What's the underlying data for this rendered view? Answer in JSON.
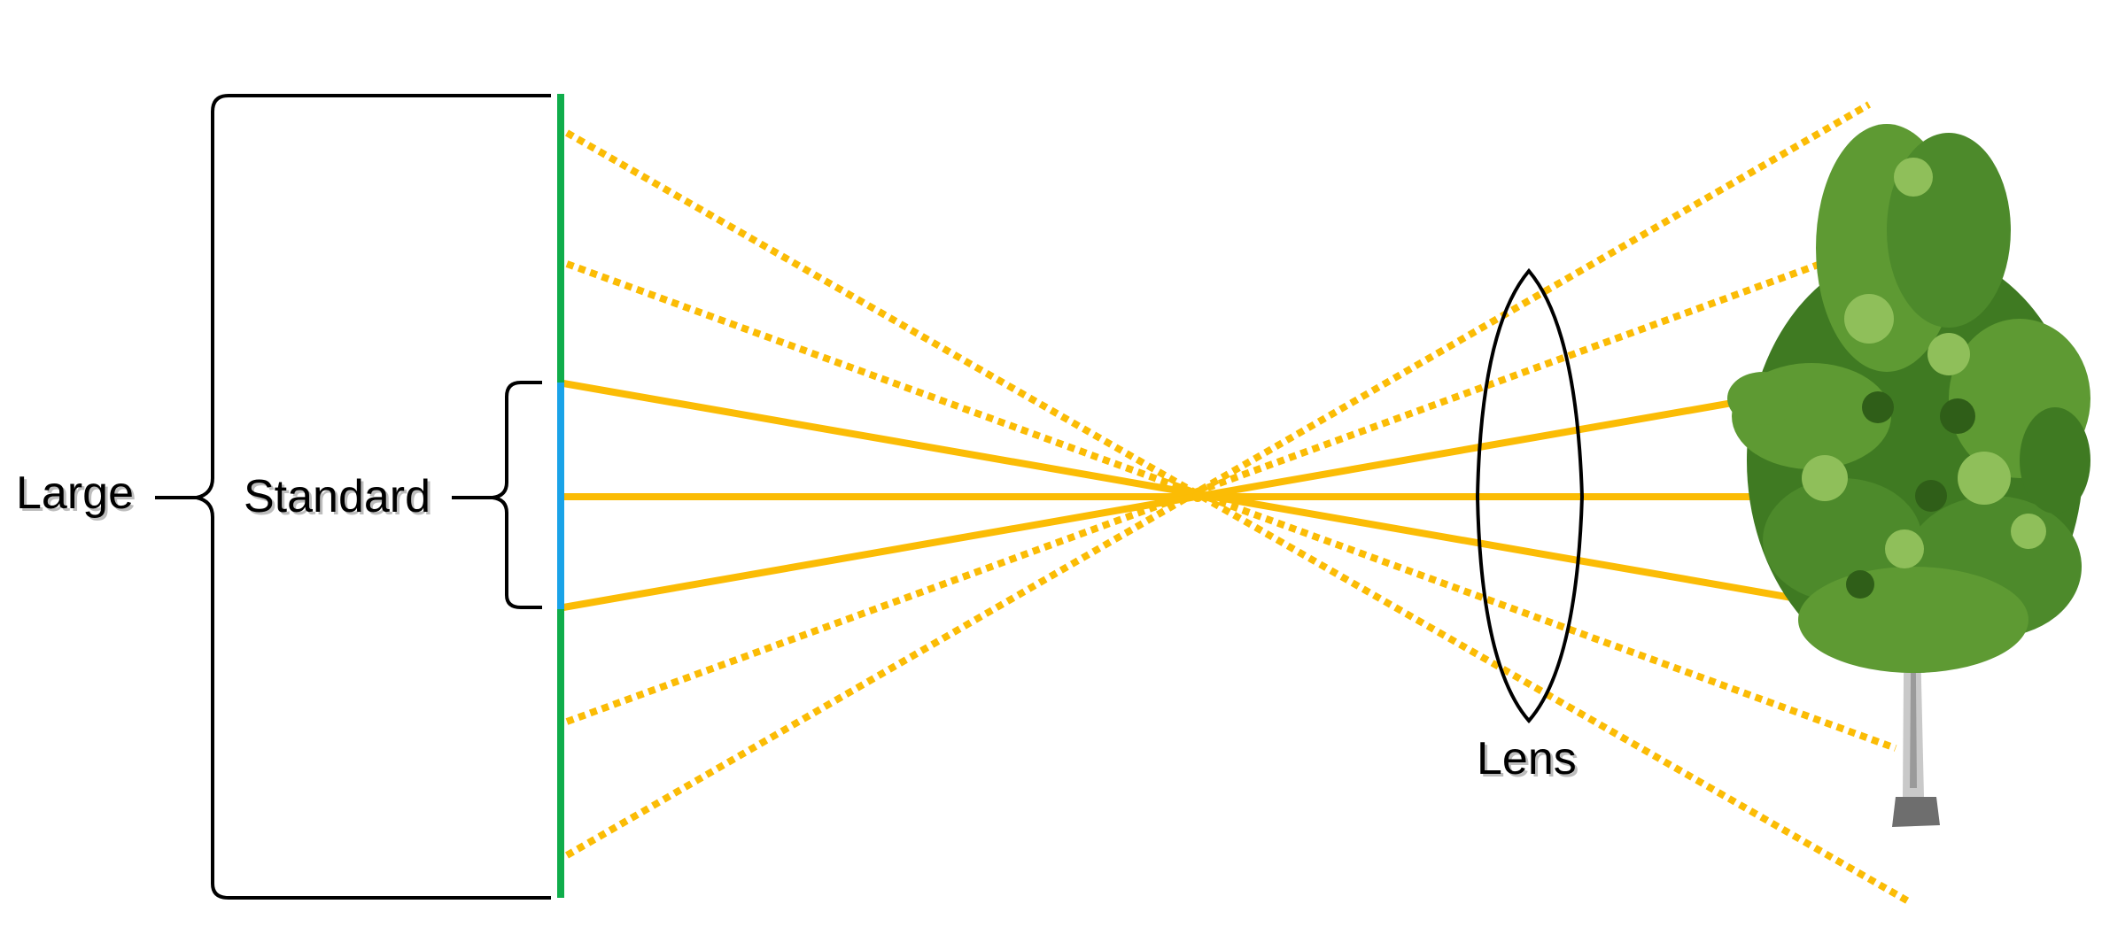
{
  "labels": {
    "large": "Large",
    "standard": "Standard",
    "lens": "Lens"
  },
  "colors": {
    "large_sensor": "#0fad4b",
    "standard_sensor": "#1aa3e8",
    "ray": "#fbbc05",
    "ink": "#000000",
    "foliage_dark": "#3f7a22",
    "foliage_mid": "#5e9a33",
    "foliage_light": "#8fbf5a",
    "trunk": "#c9c9c9",
    "trunk_shadow": "#6e6e6e"
  },
  "icons": {
    "tree": "tree-icon",
    "lens": "convex-lens-icon"
  }
}
